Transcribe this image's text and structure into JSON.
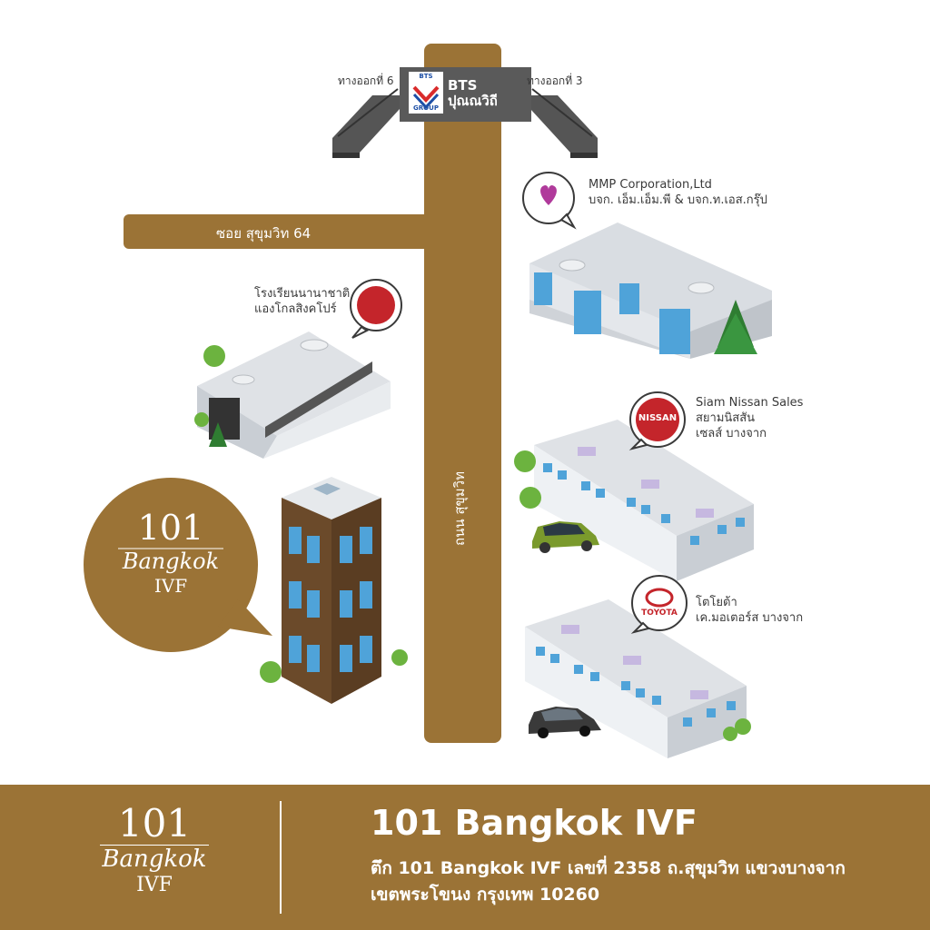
{
  "map": {
    "bts": {
      "brand": "BTS",
      "station": "ปุณณวิถี",
      "exit_left": "ทางออกที่ 6",
      "exit_right": "ทางออกที่ 3",
      "logo_top": "BTS",
      "logo_bottom": "GROUP"
    },
    "roads": {
      "soi": "ซอย สุขุมวิท 64",
      "main": "ถนน สุขุมวิท"
    },
    "places": {
      "mmp": {
        "line1": "MMP Corporation,Ltd",
        "line2": "บจก. เอ็ม.เอ็ม.พี & บจก.ท.เอส.กรุ๊ป"
      },
      "school": {
        "line1": "โรงเรียนนานาชาติ",
        "line2": "แองโกลสิงคโปร์"
      },
      "nissan": {
        "line1": "Siam Nissan Sales",
        "line2": "สยามนิสสัน",
        "line3": "เซลส์ บางจาก",
        "badge": "NISSAN"
      },
      "toyota": {
        "line1": "โตโยต้า",
        "line2": "เค.มอเตอร์ส บางจาก",
        "badge": "TOYOTA"
      }
    },
    "clinic_bubble": {
      "number": "101",
      "city": "Bangkok",
      "suffix": "IVF"
    }
  },
  "footer": {
    "logo": {
      "number": "101",
      "city": "Bangkok",
      "suffix": "IVF"
    },
    "title": "101 Bangkok IVF",
    "address_line1": "ตึก 101 Bangkok IVF เลขที่ 2358 ถ.สุขุมวิท แขวงบางจาก",
    "address_line2": "เขตพระโขนง กรุงเทพ 10260"
  },
  "colors": {
    "brown": "#9b7336",
    "road": "#9b7336",
    "building_blue": "#4fa3d9"
  }
}
